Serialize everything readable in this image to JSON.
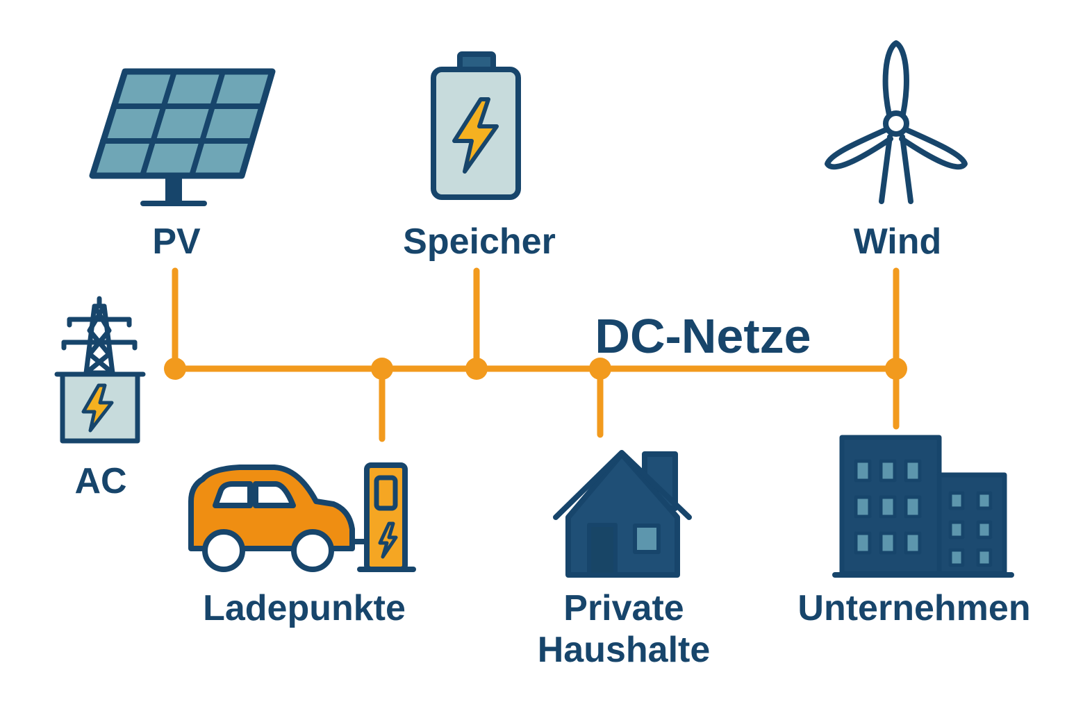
{
  "title": "DC-Netze",
  "nodes": {
    "pv": {
      "label": "PV",
      "icon": "solar-panel-icon"
    },
    "speicher": {
      "label": "Speicher",
      "icon": "battery-icon"
    },
    "wind": {
      "label": "Wind",
      "icon": "wind-turbine-icon"
    },
    "ac": {
      "label": "AC",
      "icon": "transmission-tower-icon"
    },
    "ladepunkte": {
      "label": "Ladepunkte",
      "icon": "ev-charging-icon"
    },
    "haushalte": {
      "label_line1": "Private",
      "label_line2": "Haushalte",
      "icon": "house-icon"
    },
    "unternehmen": {
      "label": "Unternehmen",
      "icon": "office-building-icon"
    }
  },
  "colors": {
    "navy": "#17456b",
    "bus": "#f29a1d",
    "panel": "#6fa6b6",
    "battery_fill": "#c7dbdc",
    "bolt": "#f5b120",
    "car": "#ef8e12",
    "house": "#1f4f76",
    "building": "#1c4a70",
    "window": "#5d96ad"
  }
}
